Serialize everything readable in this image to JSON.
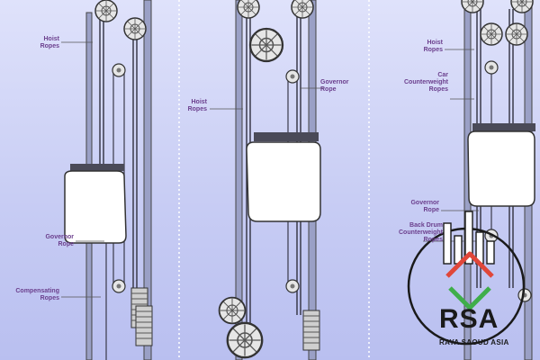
{
  "panels": [
    {
      "labels": {
        "hoist": "Hoist\nRopes",
        "governor": "Governor\nRope",
        "compensating": "Compensating\nRopes"
      }
    },
    {
      "labels": {
        "hoist": "Hoist\nRopes",
        "governor": "Governor\nRope"
      }
    },
    {
      "labels": {
        "hoist": "Hoist\nRopes",
        "car_cw": "Car\nCounterweight\nRopes",
        "governor": "Governor\nRope",
        "back_drum": "Back Drum\nCounterweight\nRopes"
      }
    }
  ],
  "logo": {
    "letters": "RSA",
    "name": "RAYA SAOUD ASIA",
    "colors": {
      "red": "#e0473a",
      "green": "#3fae4a",
      "dark": "#1a1a1a"
    }
  },
  "colors": {
    "label": "#6b3f8d",
    "rope": "#3a3a4a",
    "sheave": "#d9d9d9",
    "car": "#ffffff",
    "frame": "#4a4a58"
  }
}
